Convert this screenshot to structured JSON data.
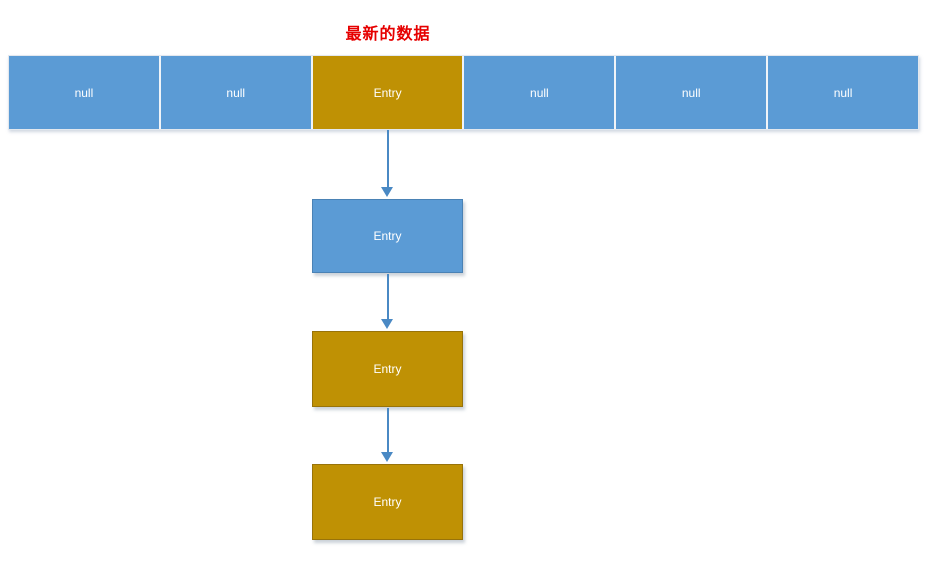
{
  "title": {
    "text": "最新的数据",
    "color": "#e60000"
  },
  "colors": {
    "blue": "#5b9bd5",
    "blueBorder": "#4a82b5",
    "gold": "#bf9104",
    "goldBorder": "#98730a",
    "arrow": "#4a89c4",
    "titleRed": "#e60000"
  },
  "array": {
    "cells": [
      {
        "label": "null",
        "type": "blue"
      },
      {
        "label": "null",
        "type": "blue"
      },
      {
        "label": "Entry",
        "type": "gold"
      },
      {
        "label": "null",
        "type": "blue"
      },
      {
        "label": "null",
        "type": "blue"
      },
      {
        "label": "null",
        "type": "blue"
      }
    ]
  },
  "chain": {
    "nodes": [
      {
        "label": "Entry",
        "type": "blue"
      },
      {
        "label": "Entry",
        "type": "gold"
      },
      {
        "label": "Entry",
        "type": "gold"
      }
    ]
  }
}
